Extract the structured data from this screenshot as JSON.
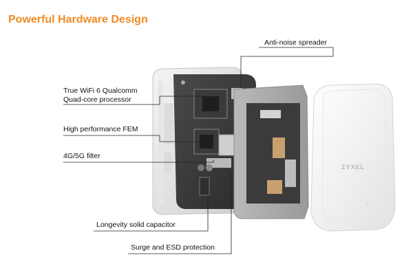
{
  "title": "Powerful Hardware Design",
  "brand": "ZYXEL",
  "accent_color": "#f08a24",
  "callouts": {
    "anti_noise": "Anti-noise spreader",
    "processor_line1": "True WiFi 6 Qualcomm",
    "processor_line2": "Quad-core processor",
    "fem": "High performance FEM",
    "filter": "4G/5G filter",
    "capacitor": "Longevity solid capacitor",
    "surge": "Surge and ESD protection"
  }
}
